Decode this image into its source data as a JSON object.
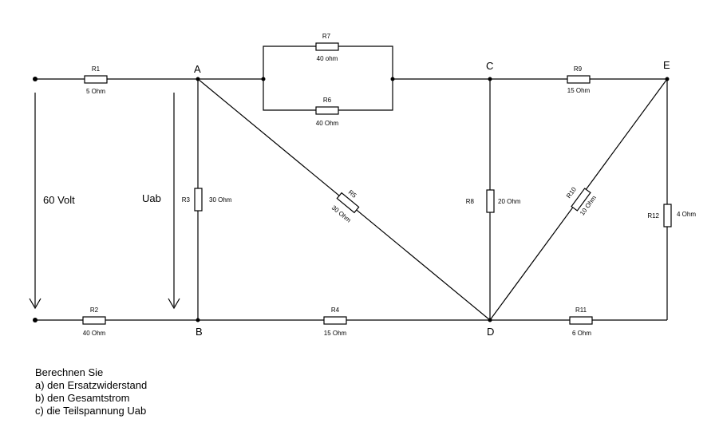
{
  "nodes": {
    "a": "A",
    "b": "B",
    "c": "C",
    "d": "D",
    "e": "E"
  },
  "resistors": {
    "r1": {
      "name": "R1",
      "value": "5 Ohm"
    },
    "r2": {
      "name": "R2",
      "value": "40 Ohm"
    },
    "r3": {
      "name": "R3",
      "value": "30 Ohm"
    },
    "r4": {
      "name": "R4",
      "value": "15 Ohm"
    },
    "r5": {
      "name": "R5",
      "value": "30 Ohm"
    },
    "r6": {
      "name": "R6",
      "value": "40 Ohm"
    },
    "r7": {
      "name": "R7",
      "value": "40 ohm"
    },
    "r8": {
      "name": "R8",
      "value": "20 Ohm"
    },
    "r9": {
      "name": "R9",
      "value": "15 Ohm"
    },
    "r10": {
      "name": "R10",
      "value": "10 Ohm"
    },
    "r11": {
      "name": "R11",
      "value": "6 Ohm"
    },
    "r12": {
      "name": "R12",
      "value": "4 Ohm"
    }
  },
  "source_voltage": "60 Volt",
  "uab_label": "Uab",
  "task": {
    "heading": "Berechnen Sie",
    "items": [
      "a) den Ersatzwiderstand",
      "b) den Gesamtstrom",
      "c) die Teilspannung Uab"
    ]
  }
}
